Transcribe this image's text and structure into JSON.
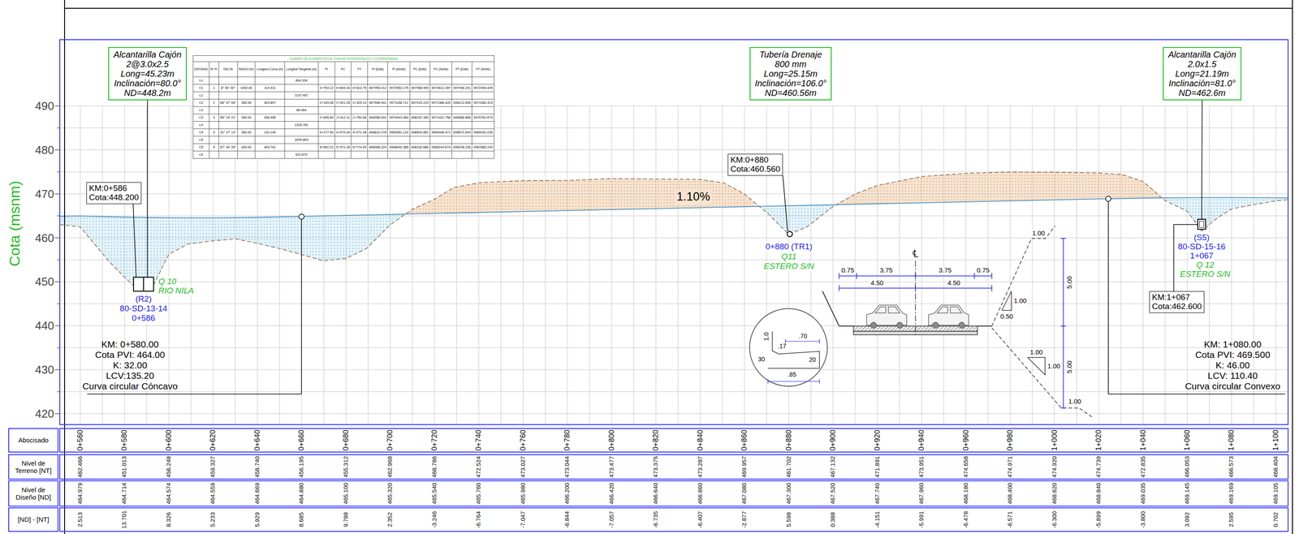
{
  "diagram": {
    "nodes": [
      {
        "text": [
          "Alcantarilla Cajón",
          "2@3.0x2.5",
          "Long=45.23m",
          "Inclinación=80.0°",
          "ND=448.2m"
        ]
      },
      {
        "text": [
          "KM:0+586",
          "Cota:448.200"
        ]
      },
      {
        "text": [
          "Tubería Drenaje",
          "800 mm",
          "Long=25.15m",
          "Inclinación=106.0°",
          "ND=460.56m"
        ]
      },
      {
        "text": [
          "KM:0+880",
          "Cota:460.560"
        ]
      },
      {
        "text": [
          "Alcantarilla Cajón",
          "2.0x1.5",
          "Long=21.19m",
          "Inclinación=81.0°",
          "ND=462.6m"
        ]
      },
      {
        "text": [
          "KM:1+067",
          "Cota:462.600"
        ]
      }
    ],
    "labels": [
      "Cota (msnm)",
      "490",
      "480",
      "470",
      "460",
      "450",
      "440",
      "430",
      "420",
      "Q 10",
      "RIO NILA",
      "(R2)",
      "80-SD-13-14",
      "0+586",
      "0+880 (TR1)",
      "Q11",
      "ESTERO S/N",
      "(S5)",
      "80-SD-15-16",
      "1+067",
      "Q 12",
      "ESTERO S/N",
      "1.10%",
      "KM: 0+580.00",
      "Cota PVI: 464.00",
      "K: 32.00",
      "LCV:135.20",
      "Curva circular Cóncavo",
      "KM: 1+080.00",
      "Cota PVI: 469.500",
      "K: 46.00",
      "LCV: 110.40",
      "Curva circular Convexo",
      "CUADRO DE ELEMENTOS DE CURVAS HORIZONTALES Y COORDENADAS",
      "ENTIDAD",
      "Nº PI",
      "DELTA",
      "RADIO (m)",
      "Longitud Curva (m)",
      "Longitud Tangente (m)",
      "PI",
      "PC",
      "PT",
      "PI (Este)",
      "PI (Norte)",
      "PC (Este)",
      "PC (Norte)",
      "PT (Este)",
      "PT (Norte)",
      "L1",
      "894.339",
      "C1",
      "1",
      "8° 50' 30\"",
      "1000.00",
      "119.411",
      "0+754.12",
      "0+694.34",
      "0+813.75",
      "697950.012",
      "9972553.175",
      "697958.999",
      "9972612.287",
      "697946.231",
      "9972493.425",
      "L2",
      "1107.487",
      "C2",
      "2",
      "66° 07' 08\"",
      "350.00",
      "403.897",
      "2+149.06",
      "1+921.25",
      "2+325.14",
      "697906.441",
      "9971158.712",
      "697915.229",
      "9971386.420",
      "698113.906",
      "9971060.319",
      "L3",
      "86.964",
      "C3",
      "3",
      "55° 24' 21\"",
      "350.00",
      "338.455",
      "2+595.89",
      "2+412.11",
      "2+750.56",
      "698356.092",
      "9970943.384",
      "698192.340",
      "9971022.756",
      "698386.856",
      "9970761.673",
      "L4",
      "1326.781",
      "C4",
      "4",
      "31° 27' 13\"",
      "350.00",
      "192.140",
      "4+177.90",
      "4+079.34",
      "4+271.48",
      "698810.278",
      "9969352.129",
      "698594.851",
      "9969446.471",
      "698572.644",
      "9969261.039",
      "L5",
      "1099.803",
      "C5",
      "5",
      "57° 49' 33\"",
      "400.00",
      "403.701",
      "5+592.22",
      "5+371.28",
      "5+774.99",
      "698068.324",
      "9968040.385",
      "698152.686",
      "9968244.574",
      "698196.235",
      "9967860.249",
      "L6",
      "610.670",
      "0.75",
      "3.75",
      "3.75",
      "0.75",
      "4.50",
      "4.50",
      "℄",
      "1.00",
      "1.00",
      "0.50",
      "1.00",
      "1.00",
      "5.00",
      "5.00",
      "1.00",
      "1.0",
      ".17",
      ".70",
      "30",
      "20",
      ".85",
      "Abscisado",
      "Nivel de Terreno [NT]",
      "Nivel de Diseño [ND]",
      "[ND] - [NT]",
      "0+560",
      "0+580",
      "0+600",
      "0+620",
      "0+640",
      "0+660",
      "0+680",
      "0+700",
      "0+720",
      "0+740",
      "0+760",
      "0+780",
      "0+800",
      "0+820",
      "0+840",
      "0+860",
      "0+880",
      "0+900",
      "0+920",
      "0+940",
      "0+960",
      "0+980",
      "1+000",
      "1+020",
      "1+040",
      "1+060",
      "1+080",
      "1+100",
      "462.466",
      "451.013",
      "456.248",
      "459.327",
      "458.740",
      "456.195",
      "455.312",
      "462.968",
      "468.786",
      "472.524",
      "473.027",
      "473.044",
      "473.477",
      "473.375",
      "473.287",
      "469.957",
      "461.702",
      "467.132",
      "471.891",
      "473.951",
      "474.658",
      "474.971",
      "474.920",
      "474.739",
      "472.835",
      "466.053",
      "466.573",
      "468.404",
      "464.979",
      "464.714",
      "464.574",
      "464.559",
      "464.669",
      "464.880",
      "465.100",
      "465.320",
      "465.540",
      "465.760",
      "465.980",
      "466.200",
      "466.420",
      "466.640",
      "466.860",
      "467.080",
      "467.300",
      "467.520",
      "467.740",
      "467.960",
      "468.180",
      "468.400",
      "468.620",
      "468.840",
      "469.035",
      "469.145",
      "469.169",
      "469.105",
      "2.513",
      "13.701",
      "8.326",
      "5.233",
      "5.929",
      "8.685",
      "9.788",
      "2.352",
      "-3.246",
      "-6.764",
      "-7.047",
      "-6.844",
      "-7.057",
      "-6.735",
      "-6.407",
      "-2.877",
      "5.598",
      "0.388",
      "-4.151",
      "-5.991",
      "-6.478",
      "-6.571",
      "-6.300",
      "-5.899",
      "-3.800",
      "3.092",
      "2.595",
      "0.702"
    ]
  }
}
